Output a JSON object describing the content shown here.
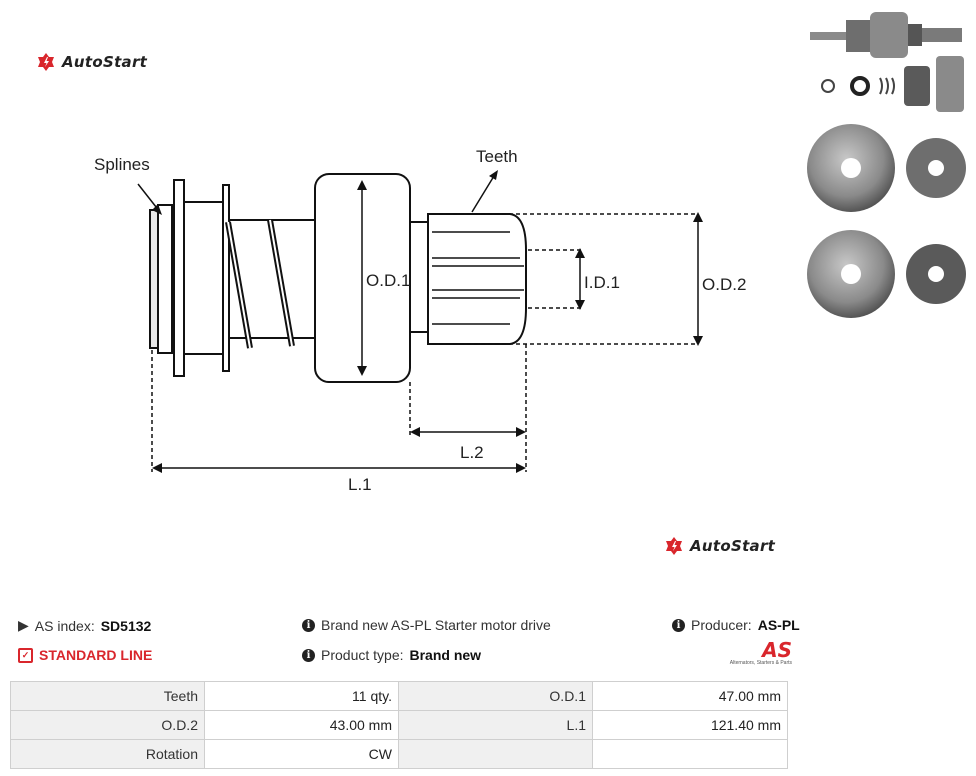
{
  "brand": {
    "name": "AutoStart",
    "logo_color": "#d9262c"
  },
  "diagram": {
    "labels": {
      "splines": "Splines",
      "teeth": "Teeth",
      "od1": "O.D.1",
      "od2": "O.D.2",
      "id1": "I.D.1",
      "l1": "L.1",
      "l2": "L.2"
    }
  },
  "info": {
    "as_index_label": "AS index:",
    "as_index_value": "SD5132",
    "standard_line": "STANDARD LINE",
    "description": "Brand new AS-PL Starter motor drive",
    "product_type_label": "Product type:",
    "product_type_value": "Brand new",
    "producer_label": "Producer:",
    "producer_value": "AS-PL",
    "producer_logo_text": "AS",
    "producer_tagline": "Alternators, Starters & Parts"
  },
  "specs": [
    {
      "label_a": "Teeth",
      "value_a": "11 qty.",
      "label_b": "O.D.1",
      "value_b": "47.00 mm"
    },
    {
      "label_a": "O.D.2",
      "value_a": "43.00 mm",
      "label_b": "L.1",
      "value_b": "121.40 mm"
    },
    {
      "label_a": "Rotation",
      "value_a": "CW",
      "label_b": "",
      "value_b": ""
    }
  ],
  "colors": {
    "accent": "#d9262c",
    "table_label_bg": "#f0f0f0",
    "border": "#cfcfcf"
  }
}
